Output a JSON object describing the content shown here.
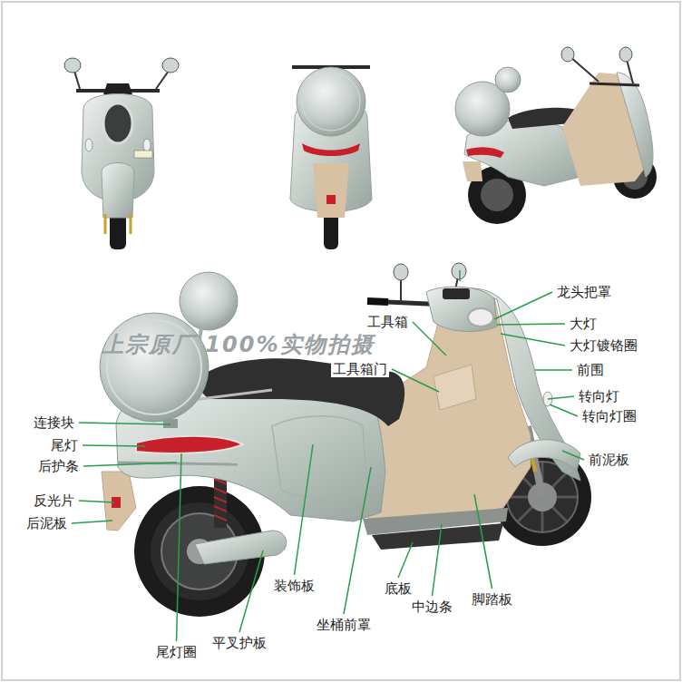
{
  "diagram": {
    "labels": [
      "龙头把罩",
      "工具箱",
      "大灯",
      "大灯镀铬圈",
      "工具箱门",
      "前围",
      "转向灯",
      "转向灯圈",
      "前泥板",
      "连接块",
      "尾灯",
      "后护条",
      "反光片",
      "后泥板",
      "装饰板",
      "底板",
      "中边条",
      "脚踏板",
      "坐桶前罩",
      "尾灯圈",
      "平叉护板",
      "上宗原厂 100%实物拍摄"
    ]
  }
}
